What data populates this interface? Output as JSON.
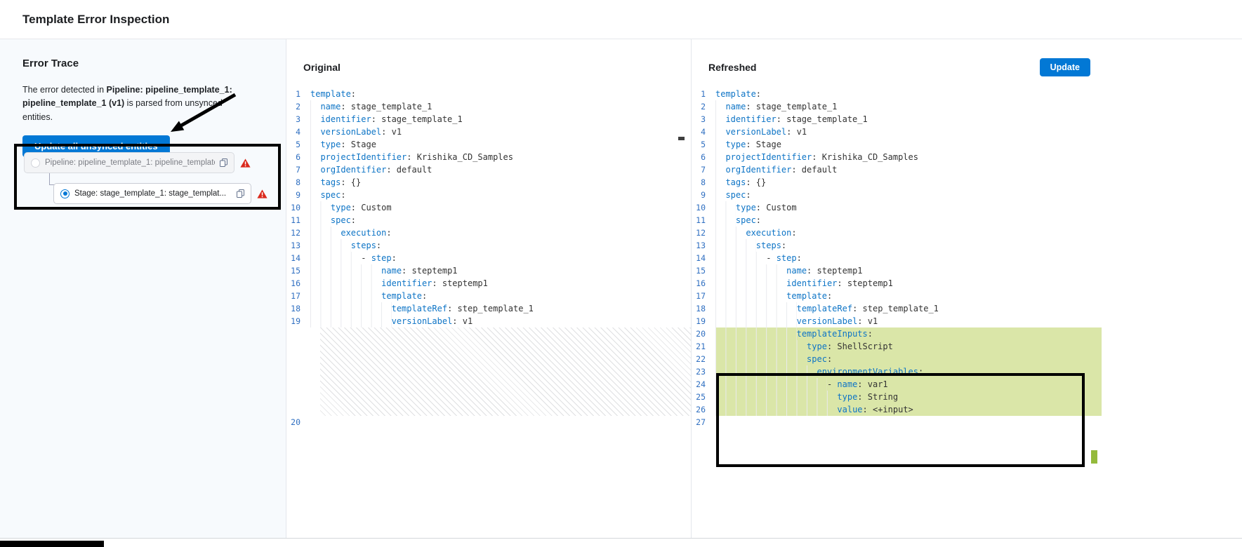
{
  "header": {
    "title": "Template Error Inspection"
  },
  "error_trace": {
    "heading": "Error Trace",
    "description": {
      "prefix": "The error detected in ",
      "bold": "Pipeline: pipeline_template_1: pipeline_template_1 (v1)",
      "suffix": " is parsed from unsynced entities."
    },
    "update_all_button": "Update all unsynced entities",
    "entities": [
      {
        "label": "Pipeline: pipeline_template_1: pipeline_template_1...",
        "selected": false,
        "has_error": true
      },
      {
        "label": "Stage: stage_template_1: stage_templat...",
        "selected": true,
        "has_error": true
      }
    ]
  },
  "original": {
    "title": "Original",
    "trailing_line_number": 20,
    "lines": [
      {
        "n": 1,
        "i": 0,
        "k": "template",
        "v": ""
      },
      {
        "n": 2,
        "i": 2,
        "k": "name",
        "v": "stage_template_1"
      },
      {
        "n": 3,
        "i": 2,
        "k": "identifier",
        "v": "stage_template_1"
      },
      {
        "n": 4,
        "i": 2,
        "k": "versionLabel",
        "v": "v1"
      },
      {
        "n": 5,
        "i": 2,
        "k": "type",
        "v": "Stage"
      },
      {
        "n": 6,
        "i": 2,
        "k": "projectIdentifier",
        "v": "Krishika_CD_Samples"
      },
      {
        "n": 7,
        "i": 2,
        "k": "orgIdentifier",
        "v": "default"
      },
      {
        "n": 8,
        "i": 2,
        "k": "tags",
        "v": "{}"
      },
      {
        "n": 9,
        "i": 2,
        "k": "spec",
        "v": ""
      },
      {
        "n": 10,
        "i": 4,
        "k": "type",
        "v": "Custom"
      },
      {
        "n": 11,
        "i": 4,
        "k": "spec",
        "v": ""
      },
      {
        "n": 12,
        "i": 6,
        "k": "execution",
        "v": ""
      },
      {
        "n": 13,
        "i": 8,
        "k": "steps",
        "v": ""
      },
      {
        "n": 14,
        "i": 10,
        "d": true,
        "k": "step",
        "v": ""
      },
      {
        "n": 15,
        "i": 14,
        "k": "name",
        "v": "steptemp1"
      },
      {
        "n": 16,
        "i": 14,
        "k": "identifier",
        "v": "steptemp1"
      },
      {
        "n": 17,
        "i": 14,
        "k": "template",
        "v": ""
      },
      {
        "n": 18,
        "i": 16,
        "k": "templateRef",
        "v": "step_template_1"
      },
      {
        "n": 19,
        "i": 16,
        "k": "versionLabel",
        "v": "v1"
      }
    ]
  },
  "refreshed": {
    "title": "Refreshed",
    "update_button": "Update",
    "added_lines": [
      20,
      26
    ],
    "lines": [
      {
        "n": 1,
        "i": 0,
        "k": "template",
        "v": ""
      },
      {
        "n": 2,
        "i": 2,
        "k": "name",
        "v": "stage_template_1"
      },
      {
        "n": 3,
        "i": 2,
        "k": "identifier",
        "v": "stage_template_1"
      },
      {
        "n": 4,
        "i": 2,
        "k": "versionLabel",
        "v": "v1"
      },
      {
        "n": 5,
        "i": 2,
        "k": "type",
        "v": "Stage"
      },
      {
        "n": 6,
        "i": 2,
        "k": "projectIdentifier",
        "v": "Krishika_CD_Samples"
      },
      {
        "n": 7,
        "i": 2,
        "k": "orgIdentifier",
        "v": "default"
      },
      {
        "n": 8,
        "i": 2,
        "k": "tags",
        "v": "{}"
      },
      {
        "n": 9,
        "i": 2,
        "k": "spec",
        "v": ""
      },
      {
        "n": 10,
        "i": 4,
        "k": "type",
        "v": "Custom"
      },
      {
        "n": 11,
        "i": 4,
        "k": "spec",
        "v": ""
      },
      {
        "n": 12,
        "i": 6,
        "k": "execution",
        "v": ""
      },
      {
        "n": 13,
        "i": 8,
        "k": "steps",
        "v": ""
      },
      {
        "n": 14,
        "i": 10,
        "d": true,
        "k": "step",
        "v": ""
      },
      {
        "n": 15,
        "i": 14,
        "k": "name",
        "v": "steptemp1"
      },
      {
        "n": 16,
        "i": 14,
        "k": "identifier",
        "v": "steptemp1"
      },
      {
        "n": 17,
        "i": 14,
        "k": "template",
        "v": ""
      },
      {
        "n": 18,
        "i": 16,
        "k": "templateRef",
        "v": "step_template_1"
      },
      {
        "n": 19,
        "i": 16,
        "k": "versionLabel",
        "v": "v1"
      },
      {
        "n": 20,
        "i": 16,
        "k": "templateInputs",
        "v": "",
        "a": true
      },
      {
        "n": 21,
        "i": 18,
        "k": "type",
        "v": "ShellScript",
        "a": true
      },
      {
        "n": 22,
        "i": 18,
        "k": "spec",
        "v": "",
        "a": true
      },
      {
        "n": 23,
        "i": 20,
        "k": "environmentVariables",
        "v": "",
        "a": true
      },
      {
        "n": 24,
        "i": 22,
        "d": true,
        "k": "name",
        "v": "var1",
        "a": true
      },
      {
        "n": 25,
        "i": 24,
        "k": "type",
        "v": "String",
        "a": true
      },
      {
        "n": 26,
        "i": 24,
        "k": "value",
        "v": "<+input>",
        "a": true
      },
      {
        "n": 27,
        "empty": true
      }
    ]
  },
  "colors": {
    "primary": "#0278d5",
    "error": "#da291c",
    "yaml_key": "#0d74c6",
    "yaml_value": "#333333",
    "line_number": "#2f6fc1",
    "added_bg": "#dae6a8",
    "panel_bg": "#f7fafd"
  }
}
